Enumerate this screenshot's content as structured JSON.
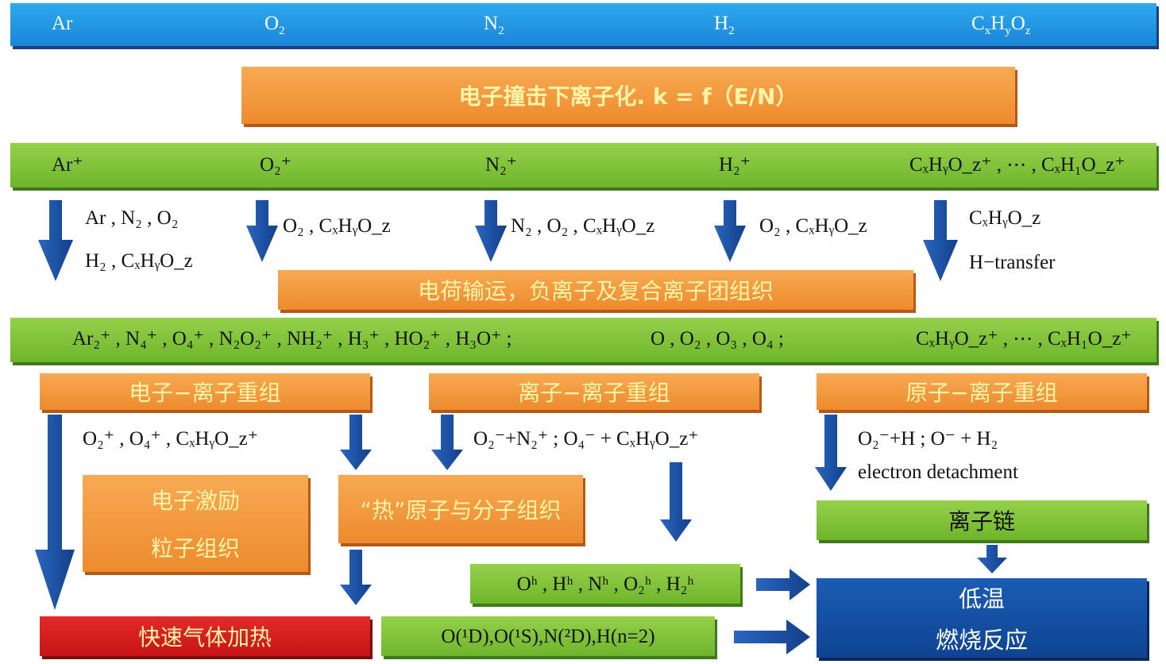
{
  "gases": {
    "ar": "Ar",
    "o2": "O",
    "o2_sub": "2",
    "n2": "N",
    "n2_sub": "2",
    "h2": "H",
    "h2_sub": "2",
    "c": "C",
    "c_x": "x",
    "h": "H",
    "h_y": "y",
    "o": "O",
    "o_z": "z"
  },
  "ionization_box": "电子撞击下离子化. k = f（E/N）",
  "ions_row": {
    "ar": "Ar⁺",
    "o2": "O₂⁺",
    "n2": "N₂⁺",
    "h2": "H₂⁺",
    "cxhyoz": "CₓHᵧO_z⁺ , ⋯ , CₓH₁O_z⁺"
  },
  "collisions": {
    "ar_line1": "Ar , N₂ , O₂",
    "ar_line2": "H₂ , CₓHᵧO_z",
    "o2": "O₂ , CₓHᵧO_z",
    "n2": "N₂ , O₂ , CₓHᵧO_z",
    "h2": "O₂ , CₓHᵧO_z",
    "c_line1": "CₓHᵧO_z",
    "c_line2": "H−transfer"
  },
  "charge_transport_box": "电荷输运，负离子及复合离子团组织",
  "cluster_row": {
    "left": "Ar₂⁺ , N₄⁺ , O₄⁺ , N₂O₂⁺ , NH₂⁺ , H₃⁺ , HO₂⁺ , H₃O⁺ ;",
    "middle": "O , O₂ , O₃ , O₄ ;",
    "right": "CₓHᵧO_z⁺ , ⋯ , CₓH₁O_z⁺"
  },
  "recomb": {
    "electron_ion": "电子−离子重组",
    "ion_ion": "离子−离子重组",
    "atom_ion": "原子−离子重组"
  },
  "products": {
    "left": "O₂⁺ , O₄⁺ , CₓHᵧO_z⁺",
    "middle": "O₂⁻+N₂⁺ ; O₄⁻ + CₓHᵧO_z⁺",
    "right_line1": "O₂⁻+H ; O⁻ + H₂",
    "right_line2": "electron detachment"
  },
  "excitation_box": {
    "line1": "电子激励",
    "line2": "粒子组织"
  },
  "hot_atoms_box": "“热”原子与分子组织",
  "ion_chain_box": "离子链",
  "hot_species_box": "Oʰ , Hʰ , Nʰ , O₂ʰ , H₂ʰ",
  "excited_species_box": "O(¹D),O(¹S),N(²D),H(n=2)",
  "fast_heating_box": "快速气体加热",
  "low_temp_box": {
    "line1": "低温",
    "line2": "燃烧反应"
  },
  "colors": {
    "blue_band": "#1a8ee0",
    "orange": "#f09a3e",
    "green": "#7cc23a",
    "red": "#d41c1c",
    "navy": "#124a9e",
    "arrow": "#1b4fa0"
  }
}
